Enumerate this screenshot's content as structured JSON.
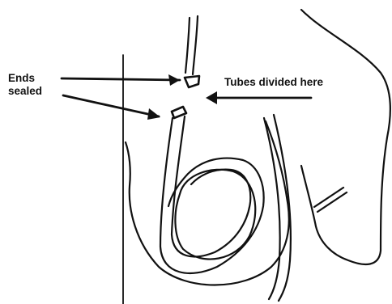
{
  "labels": {
    "ends_sealed_line1": "Ends",
    "ends_sealed_line2": "sealed",
    "tubes_divided": "Tubes divided here"
  },
  "colors": {
    "ink": "#111111",
    "background": "#ffffff"
  }
}
